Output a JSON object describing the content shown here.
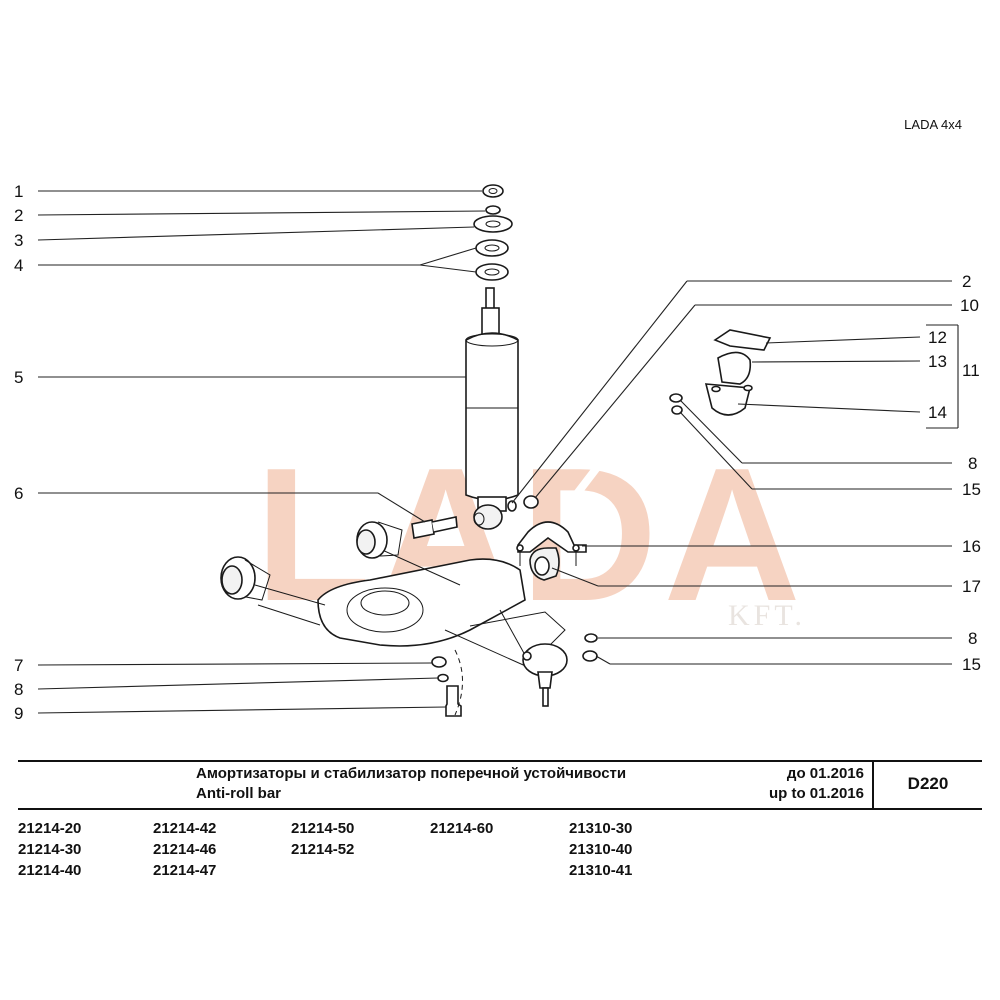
{
  "header": {
    "model": "LADA 4x4"
  },
  "callouts_left": [
    "1",
    "2",
    "3",
    "4",
    "5",
    "6",
    "7",
    "8",
    "9"
  ],
  "callouts_right": [
    "2",
    "10",
    "12",
    "13",
    "11",
    "14",
    "8",
    "15",
    "16",
    "17",
    "8",
    "15"
  ],
  "watermark": {
    "text": "LADA",
    "subtext": "KFT.",
    "color": "#f6d3c2"
  },
  "title_block": {
    "title_ru": "Амортизаторы и стабилизатор поперечной устойчивости",
    "title_en": "Anti-roll bar",
    "date_ru": "до  01.2016",
    "date_en": "up  to  01.2016",
    "page_code": "D220"
  },
  "models": {
    "col1": [
      "21214-20",
      "21214-30",
      "21214-40"
    ],
    "col2": [
      "21214-42",
      "21214-46",
      "21214-47"
    ],
    "col3": [
      "21214-50",
      "21214-52"
    ],
    "col4": [
      "21214-60"
    ],
    "col5": [
      "21310-30",
      "21310-40",
      "21310-41"
    ]
  }
}
